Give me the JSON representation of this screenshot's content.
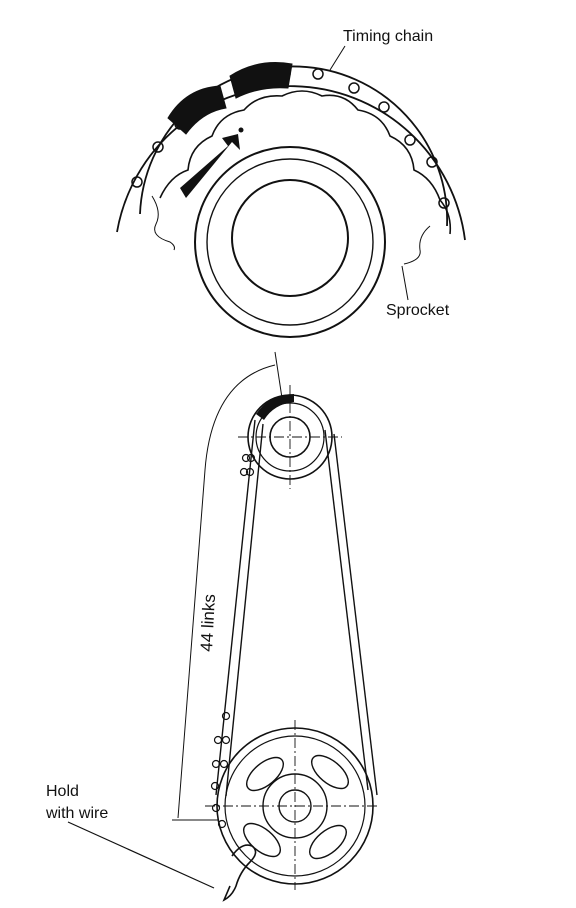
{
  "labels": {
    "timing_chain": "Timing chain",
    "sprocket": "Sprocket",
    "links": "44 links",
    "hold_line1": "Hold",
    "hold_line2": "with wire"
  },
  "colors": {
    "ink": "#111111",
    "paper": "#ffffff"
  },
  "icons": {
    "alignment_arrow": "arrow-icon",
    "wire_clip": "wire-icon"
  }
}
